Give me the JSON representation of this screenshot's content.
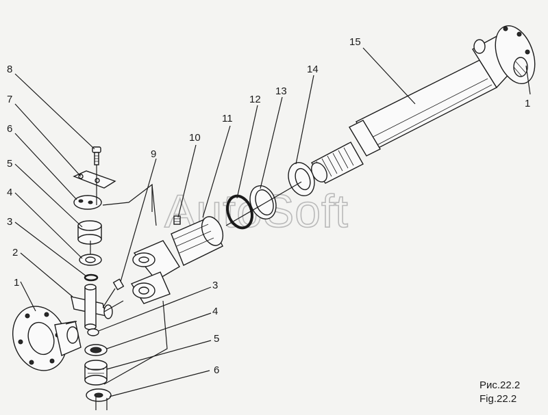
{
  "watermark": "AutoSoft",
  "caption": {
    "ru": "Рис.22.2",
    "en": "Fig.22.2"
  },
  "callouts": [
    "8",
    "7",
    "6",
    "5",
    "4",
    "3",
    "2",
    "1",
    "9",
    "10",
    "11",
    "12",
    "13",
    "14",
    "15",
    "1",
    "3",
    "4",
    "5",
    "6"
  ],
  "colors": {
    "background": "#f4f4f2",
    "ink": "#1a1a1a",
    "watermark": "#b9b9b9"
  }
}
